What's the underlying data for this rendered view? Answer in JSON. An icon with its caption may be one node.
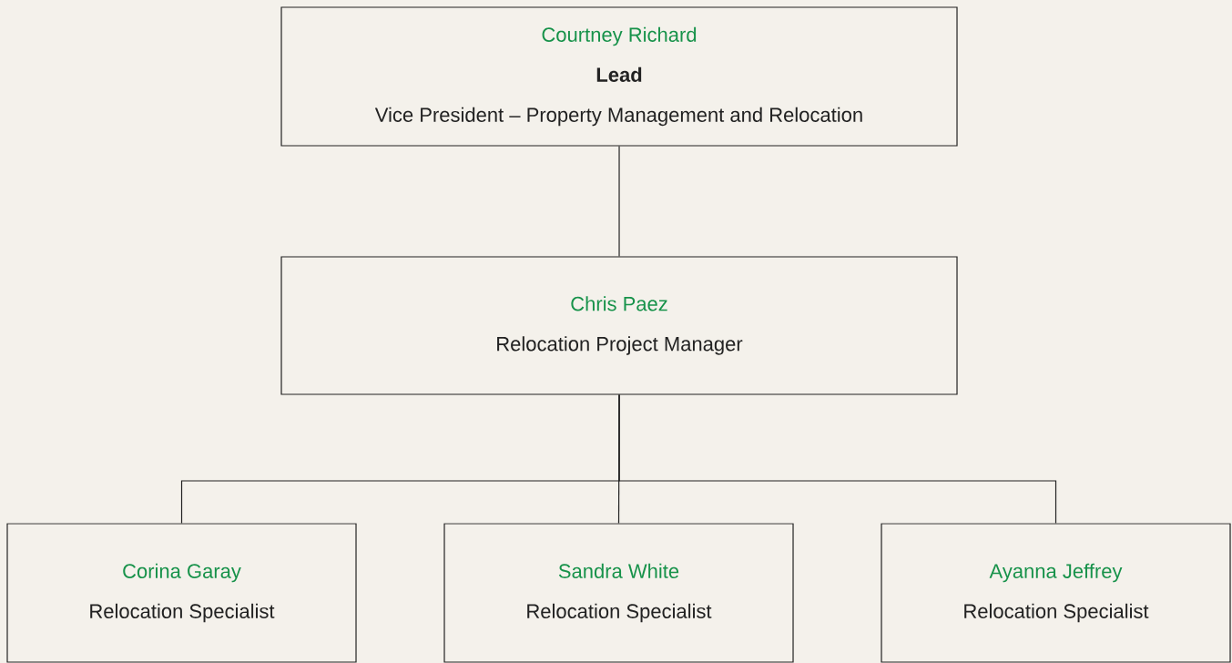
{
  "diagram": {
    "nodes": [
      {
        "text": [
          "Courtney Richard",
          "Lead",
          "Vice President – Property Management and Relocation"
        ]
      },
      {
        "text": [
          "Chris Paez",
          "Relocation Project Manager"
        ]
      },
      {
        "text": [
          "Corina Garay",
          "Relocation Specialist"
        ]
      },
      {
        "text": [
          "Sandra White",
          "Relocation Specialist"
        ]
      },
      {
        "text": [
          "Ayanna Jeffrey",
          "Relocation Specialist"
        ]
      }
    ],
    "edges": [
      {
        "from": 0,
        "to": 1,
        "arrow": "none"
      },
      {
        "from": 1,
        "to": 2,
        "arrow": "none"
      },
      {
        "from": 1,
        "to": 3,
        "arrow": "none"
      },
      {
        "from": 1,
        "to": 4,
        "arrow": "none"
      }
    ]
  }
}
